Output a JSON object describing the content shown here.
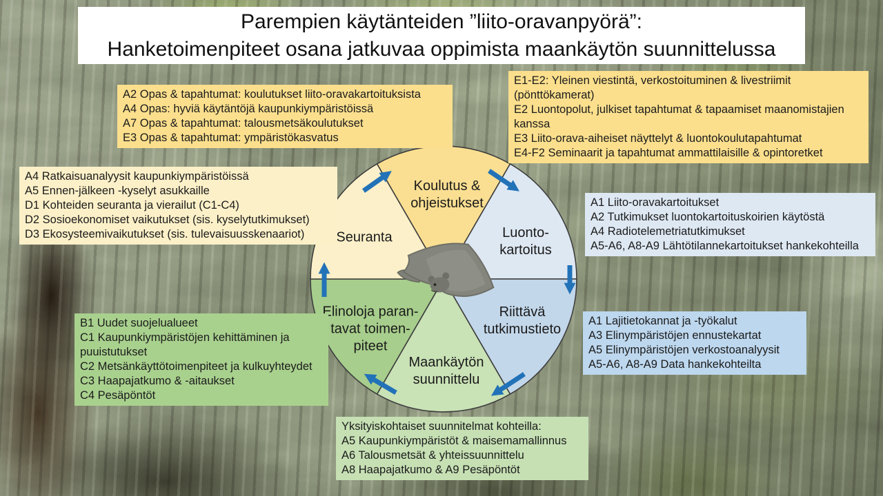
{
  "title": {
    "line1": "Parempien käytänteiden ”liito-oravanpyörä”:",
    "line2": "Hanketoimenpiteet osana jatkuvaa oppimista maankäytön suunnittelussa"
  },
  "wheel": {
    "arrow_color": "#2272B8",
    "outline_color": "#3d3d3d",
    "segments": [
      {
        "label": "Koulutus &\nohjeistukset",
        "color": "#FADF92"
      },
      {
        "label": "Luonto-\nkartoitus",
        "color": "#DEE8F3"
      },
      {
        "label": "Riittävä\ntutkimustieto",
        "color": "#C3D7EA"
      },
      {
        "label": "Maankäytön\nsuunnittelu",
        "color": "#C9E2B6"
      },
      {
        "label": "Elinoloja paran-\ntavat toimen-\npiteet",
        "color": "#A7CE8C"
      },
      {
        "label": "Seuranta",
        "color": "#FBF0C9"
      }
    ]
  },
  "boxes": {
    "opas": {
      "color": "#FBDF8D",
      "lines": [
        "A2 Opas & tapahtumat: koulutukset liito-oravakartoituksista",
        "A4 Opas: hyviä käytäntöjä kaupunkiympäristöissä",
        "A7 Opas & tapahtumat: talousmetsäkoulutukset",
        "E3 Opas & tapahtumat: ympäristökasvatus"
      ]
    },
    "viestinta": {
      "color": "#FBDF8D",
      "lines": [
        "E1-E2: Yleinen viestintä, verkostoituminen & livestriimit (pönttökamerat)",
        "E2 Luontopolut, julkiset tapahtumat & tapaamiset maanomistajien kanssa",
        "E3 Liito-orava-aiheiset näyttelyt & luontokoulutapahtumat",
        "E4-F2 Seminaarit ja tapahtumat ammattilaisille & opintoretket"
      ]
    },
    "seuranta_mittarit": {
      "color": "#FCF0C8",
      "lines": [
        "A4 Ratkaisuanalyysit kaupunkiympäristöissä",
        "A5 Ennen-jälkeen -kyselyt asukkaille",
        "D1 Kohteiden seuranta ja vierailut (C1-C4)",
        "D2 Sosioekonomiset vaikutukset (sis. kyselytutkimukset)",
        "D3 Ekosysteemivaikutukset (sis. tulevaisuusskenaariot)"
      ]
    },
    "kartoitus": {
      "color": "#DEE8F3",
      "lines": [
        "A1 Liito-oravakartoitukset",
        "A2 Tutkimukset luontokartoituskoirien käytöstä",
        "A4 Radiotelemetriatutkimukset",
        "A5-A6, A8-A9 Lähtötilannekartoitukset hankekohteilla"
      ]
    },
    "aineistot": {
      "color": "#BDD7EE",
      "lines": [
        "A1 Lajitietokannat ja -työkalut",
        "A3 Elinympäristöjen ennustekartat",
        "A5 Elinympäristöjen verkostoanalyysit",
        "A5-A6, A8-A9 Data hankekohteilta"
      ]
    },
    "toimenpiteet": {
      "color": "#A9D18E",
      "lines": [
        "B1 Uudet suojelualueet",
        "C1 Kaupunkiympäristöjen kehittäminen ja puuistutukset",
        "C2 Metsänkäyttötoimenpiteet ja kulkuyhteydet",
        "C3 Haapajatkumo & -aitaukset",
        "C4 Pesäpöntöt"
      ]
    },
    "suunnitelmat": {
      "color": "#C6E0B4",
      "lines": [
        "Yksityiskohtaiset suunnitelmat kohteilla:",
        "A5 Kaupunkiympäristöt & maisemamallinnus",
        "A6 Talousmetsät & yhteissuunnittelu",
        "A8 Haapajatkumo & A9 Pesäpöntöt"
      ]
    }
  }
}
